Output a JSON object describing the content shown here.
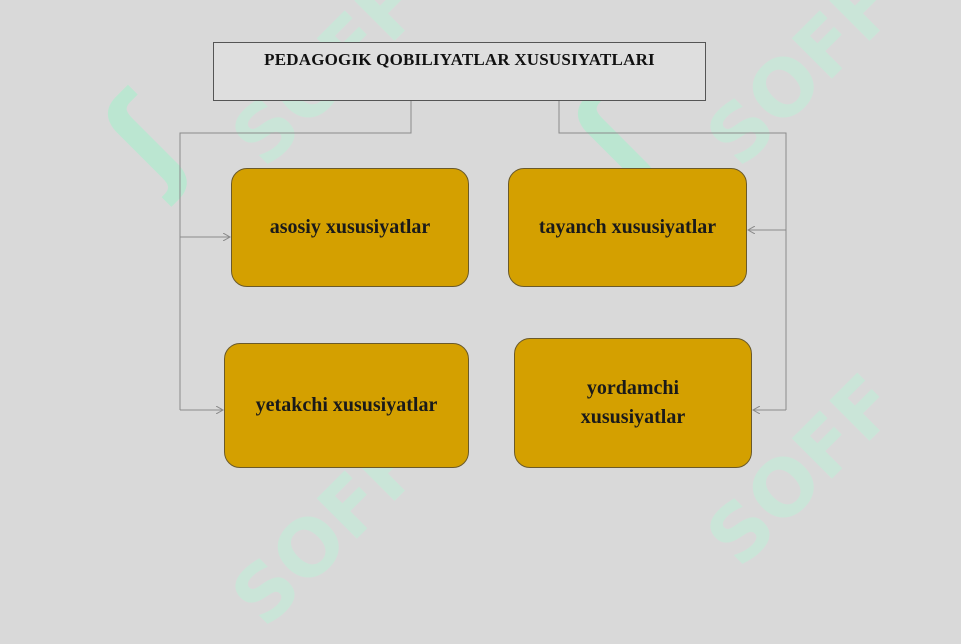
{
  "diagram": {
    "title": "PEDAGOGIK QOBILIYATLAR  XUSUSIYATLARI",
    "boxes": [
      {
        "id": "asosiy",
        "label": "asosiy xususiyatlar"
      },
      {
        "id": "tayanch",
        "label": "tayanch xususiyatlar"
      },
      {
        "id": "yetakchi",
        "label": "yetakchi xususiyatlar"
      },
      {
        "id": "yordamchi",
        "label": "yordamchi xususiyatlar"
      }
    ],
    "connections": [
      {
        "from": "title",
        "to": "asosiy"
      },
      {
        "from": "title",
        "to": "yetakchi"
      },
      {
        "from": "title",
        "to": "tayanch"
      },
      {
        "from": "title",
        "to": "yordamchi"
      }
    ]
  },
  "watermark": {
    "text": "SOFF",
    "color": "#a8f0cc"
  },
  "colors": {
    "background": "#d9d9d9",
    "box_fill": "#d4a000",
    "connector": "#8a8a8a"
  }
}
